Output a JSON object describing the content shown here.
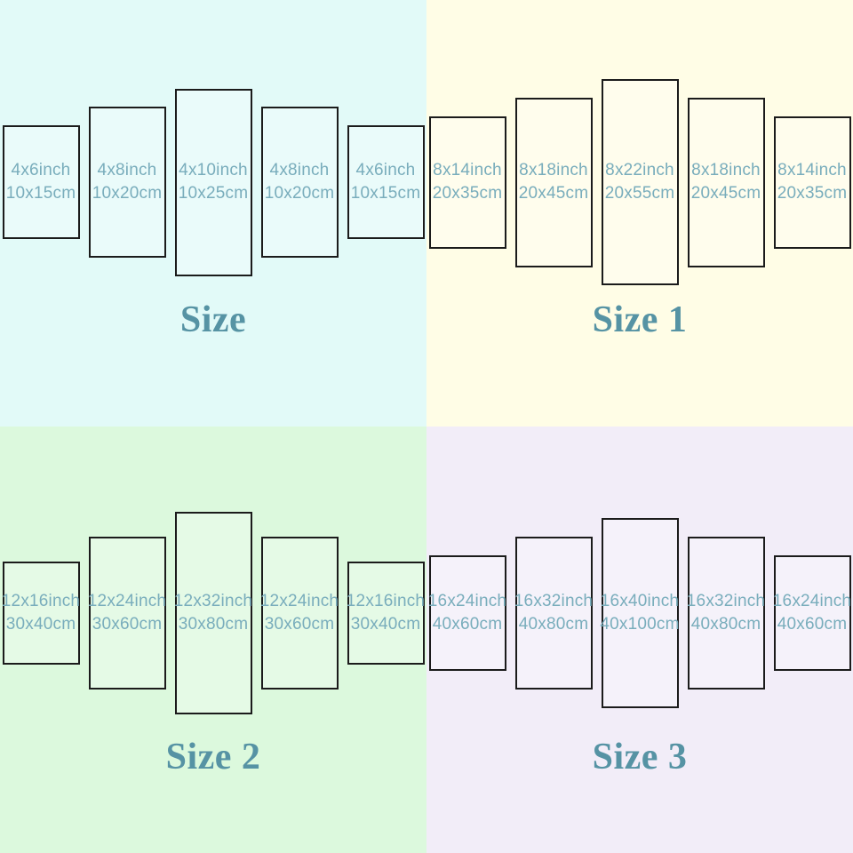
{
  "colors": {
    "panel_border": "#1b1b1b",
    "label_text": "#79adbc",
    "title_text": "#5693a4",
    "quadrant_backgrounds": [
      "#e2faf8",
      "#fffde6",
      "#dcf9dd",
      "#f2edf8"
    ]
  },
  "quadrants": [
    {
      "title": "Size",
      "background": "#e2faf8",
      "panels": [
        {
          "inch": "4x6inch",
          "cm": "10x15cm"
        },
        {
          "inch": "4x8inch",
          "cm": "10x20cm"
        },
        {
          "inch": "4x10inch",
          "cm": "10x25cm"
        },
        {
          "inch": "4x8inch",
          "cm": "10x20cm"
        },
        {
          "inch": "4x6inch",
          "cm": "10x15cm"
        }
      ]
    },
    {
      "title": "Size 1",
      "background": "#fffde6",
      "panels": [
        {
          "inch": "8x14inch",
          "cm": "20x35cm"
        },
        {
          "inch": "8x18inch",
          "cm": "20x45cm"
        },
        {
          "inch": "8x22inch",
          "cm": "20x55cm"
        },
        {
          "inch": "8x18inch",
          "cm": "20x45cm"
        },
        {
          "inch": "8x14inch",
          "cm": "20x35cm"
        }
      ]
    },
    {
      "title": "Size 2",
      "background": "#dcf9dd",
      "panels": [
        {
          "inch": "12x16inch",
          "cm": "30x40cm"
        },
        {
          "inch": "12x24inch",
          "cm": "30x60cm"
        },
        {
          "inch": "12x32inch",
          "cm": "30x80cm"
        },
        {
          "inch": "12x24inch",
          "cm": "30x60cm"
        },
        {
          "inch": "12x16inch",
          "cm": "30x40cm"
        }
      ]
    },
    {
      "title": "Size 3",
      "background": "#f2edf8",
      "panels": [
        {
          "inch": "16x24inch",
          "cm": "40x60cm"
        },
        {
          "inch": "16x32inch",
          "cm": "40x80cm"
        },
        {
          "inch": "16x40inch",
          "cm": "40x100cm"
        },
        {
          "inch": "16x32inch",
          "cm": "40x80cm"
        },
        {
          "inch": "16x24inch",
          "cm": "40x60cm"
        }
      ]
    }
  ]
}
